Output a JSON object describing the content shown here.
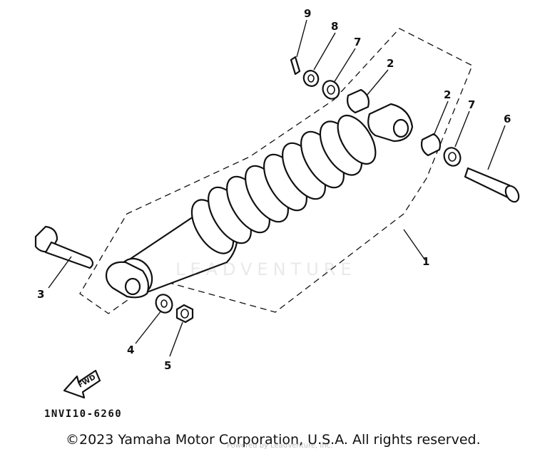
{
  "diagram": {
    "callouts": [
      "1",
      "2",
      "2",
      "3",
      "4",
      "5",
      "6",
      "7",
      "7",
      "8",
      "9"
    ],
    "direction_arrow": "FWD",
    "drawing_code": "1NVI10-6260"
  },
  "footer": {
    "copyright": "©2023 Yamaha Motor Corporation, U.S.A. All rights reserved."
  },
  "watermark": {
    "brand": "LEADVENTURE",
    "powered": "Powered by LeadVenture, Inc."
  },
  "colors": {
    "ink": "#111111",
    "paper": "#ffffff"
  }
}
